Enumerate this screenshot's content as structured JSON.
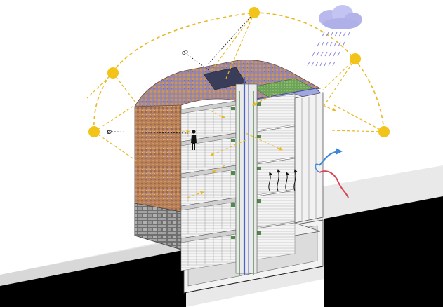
{
  "diagram": {
    "labels": {
      "top_marker": "e",
      "left_marker": "e"
    },
    "sun_positions": 5,
    "colors": {
      "sun": "#f2c41a",
      "sun_path": "#e9b923",
      "brick": "#b87a52",
      "pv_panel": "#3a3d5a",
      "green_roof": "#6fa35a",
      "cloud": "#b9b9ee",
      "rain": "#8a8ad6",
      "water_pipe": "#4b63c8",
      "heat_out": "#3d87d8",
      "heat_in": "#d8455a",
      "pipe_green": "#4f8a4a",
      "ground": "#e6e6e6",
      "basement": "#000000"
    },
    "icons": [
      "sun-icon",
      "cloud-icon",
      "rain-icon",
      "person-icon",
      "heat-arrow-icon",
      "flow-arrow-icon"
    ]
  }
}
